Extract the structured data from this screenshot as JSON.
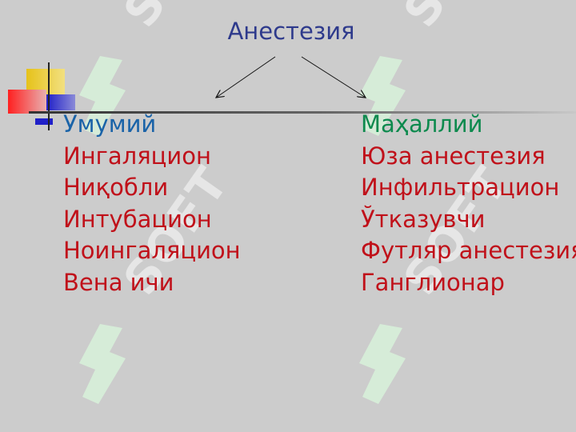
{
  "title": "Анестезия",
  "watermark": {
    "text": "SOFT"
  },
  "left": {
    "heading": "Умумий",
    "items": [
      "Ингаляцион",
      "Ниқобли",
      "Интубацион",
      "Ноингаляцион",
      "Вена ичи"
    ]
  },
  "right": {
    "heading": "Маҳаллий",
    "items": [
      "Юза анестезия",
      "Инфильтрацион",
      "Ўтказувчи",
      "Футляр анестезия",
      "Ганглионар"
    ]
  },
  "colors": {
    "background": "#cccccc",
    "title": "#2e3a8c",
    "left_heading": "#1a63a8",
    "right_heading": "#0e8a4e",
    "items": "#c0111a",
    "watermark_green": "#d6ecd8"
  }
}
